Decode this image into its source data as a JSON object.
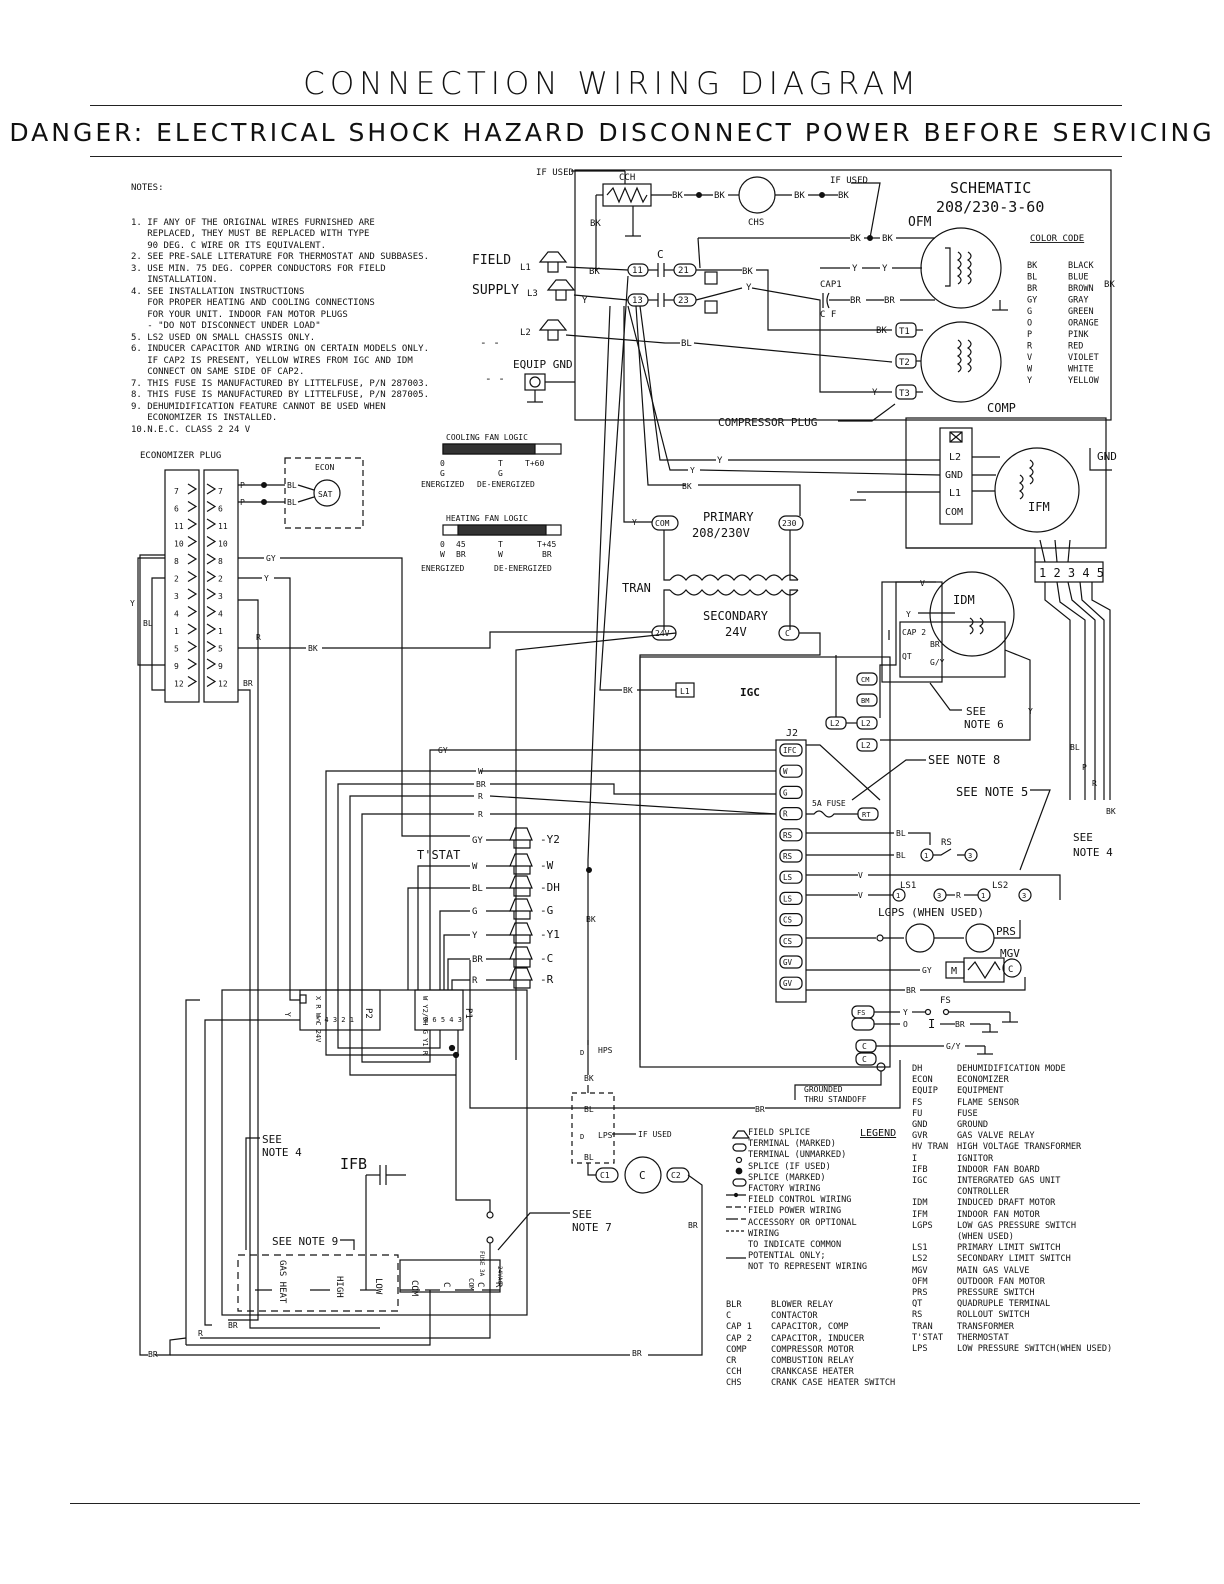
{
  "header": {
    "title": "CONNECTION WIRING DIAGRAM",
    "danger": "DANGER: ELECTRICAL SHOCK HAZARD DISCONNECT POWER BEFORE SERVICING"
  },
  "notes": {
    "heading": "NOTES:",
    "items": [
      "1. IF ANY OF THE ORIGINAL WIRES FURNISHED ARE",
      "   REPLACED, THEY MUST BE REPLACED WITH TYPE",
      "   90 DEG. C WIRE OR ITS EQUIVALENT.",
      "2. SEE PRE-SALE LITERATURE FOR THERMOSTAT AND SUBBASES.",
      "3. USE MIN. 75 DEG. COPPER CONDUCTORS FOR FIELD",
      "   INSTALLATION.",
      "4. SEE INSTALLATION INSTRUCTIONS",
      "   FOR PROPER HEATING AND COOLING CONNECTIONS",
      "   FOR YOUR UNIT. INDOOR FAN MOTOR PLUGS",
      "   - \"DO NOT DISCONNECT UNDER LOAD\"",
      "5. LS2 USED ON SMALL CHASSIS ONLY.",
      "6. INDUCER CAPACITOR AND WIRING ON CERTAIN MODELS ONLY.",
      "   IF CAP2 IS PRESENT, YELLOW WIRES FROM IGC AND IDM",
      "   CONNECT ON SAME SIDE OF CAP2.",
      "7. THIS FUSE IS MANUFACTURED BY LITTELFUSE, P/N 287003.",
      "8. THIS FUSE IS MANUFACTURED BY LITTELFUSE, P/N 287005.",
      "9. DEHUMIDIFICATION FEATURE CANNOT BE USED WHEN",
      "   ECONOMIZER IS INSTALLED.",
      "10.N.E.C. CLASS 2 24 V"
    ]
  },
  "schematic": {
    "title": "SCHEMATIC",
    "voltage": "208/230-3-60"
  },
  "color_code": {
    "heading": "COLOR CODE",
    "items": [
      [
        "BK",
        "BLACK"
      ],
      [
        "BL",
        "BLUE"
      ],
      [
        "BR",
        "BROWN"
      ],
      [
        "GY",
        "GRAY"
      ],
      [
        "G",
        "GREEN"
      ],
      [
        "O",
        "ORANGE"
      ],
      [
        "P",
        "PINK"
      ],
      [
        "R",
        "RED"
      ],
      [
        "V",
        "VIOLET"
      ],
      [
        "W",
        "WHITE"
      ],
      [
        "Y",
        "YELLOW"
      ]
    ]
  },
  "cooling_logic": {
    "title": "COOLING FAN LOGIC",
    "t0": "0",
    "t1": "T",
    "t2": "T+60",
    "sub": "G",
    "energized": "ENERGIZED",
    "deenergized": "DE-ENERGIZED"
  },
  "heating_logic": {
    "title": "HEATING FAN LOGIC",
    "t0": "0",
    "t1": "45",
    "t2": "T",
    "t3": "T+45",
    "w1": "W",
    "br1": "BR",
    "w2": "W",
    "br2": "BR",
    "energized": "ENERGIZED",
    "deenergized": "DE-ENERGIZED"
  },
  "labels": {
    "if_used_1": "IF USED",
    "if_used_2": "IF USED",
    "if_used_3": "IF USED",
    "cch": "CCH",
    "chs": "CHS",
    "ofm": "OFM",
    "comp": "COMP",
    "field": "FIELD",
    "supply": "SUPPLY",
    "l1": "L1",
    "l2": "L2",
    "l3": "L3",
    "equip_gnd": "EQUIP GND",
    "c": "C",
    "cap1": "CAP1",
    "cf": "C  F",
    "t11": "11",
    "t13": "13",
    "t21": "21",
    "t23": "23",
    "compressor_plug": "COMPRESSOR PLUG",
    "ct1": "T1",
    "ct2": "T2",
    "ct3": "T3",
    "economizer_plug": "ECONOMIZER PLUG",
    "econ": "ECON",
    "sat": "SAT",
    "primary": "PRIMARY",
    "primary_v": "208/230V",
    "secondary": "SECONDARY",
    "secondary_v": "24V",
    "tran": "TRAN",
    "com": "COM",
    "v230": "230",
    "v24": "24V",
    "ifm": "IFM",
    "gnd": "GND",
    "ifm_l2": "L2",
    "ifm_gnd": "GND",
    "ifm_l1": "L1",
    "ifm_com": "COM",
    "speed_taps": "1 2 3 4 5",
    "idm": "IDM",
    "cap2": "CAP 2",
    "qt": "QT",
    "see_note_6": "SEE\nNOTE 6",
    "see_note_8": "SEE NOTE 8",
    "see_note_5": "SEE NOTE 5",
    "see_note_4a": "SEE\nNOTE 4",
    "see_note_4b": "SEE\nNOTE 4",
    "see_note_9": "SEE NOTE 9",
    "see_note_7": "SEE\nNOTE 7",
    "igc": "IGC",
    "j2": "J2",
    "fuse_5a": "5A FUSE",
    "tstat": "T'STAT",
    "rs": "RS",
    "ls1": "LS1",
    "ls2": "LS2",
    "lgps": "LGPS (WHEN USED)",
    "prs": "PRS",
    "mgv": "MGV",
    "fs": "FS",
    "grounded": "GROUNDED\nTHRU STANDOFF",
    "hps": "HPS",
    "lps": "LPS",
    "c1": "C1",
    "c2": "C2",
    "contactor": "C",
    "ifb": "IFB",
    "gas_heat": "GAS HEAT",
    "high": "HIGH",
    "low": "LOW",
    "com2": "COM",
    "cc": "C",
    "r": "R",
    "p1": "P1",
    "p2": "P2",
    "y2": "-Y2",
    "w": "-W",
    "dh": "-DH",
    "g": "-G",
    "y1": "-Y1",
    "cc2": "-C",
    "rr": "-R"
  },
  "legend_left": {
    "heading": "LEGEND",
    "items": [
      "FIELD SPLICE",
      "TERMINAL (MARKED)",
      "TERMINAL (UNMARKED)",
      "SPLICE (IF USED)",
      "SPLICE (MARKED)",
      "FACTORY WIRING",
      "FIELD CONTROL WIRING",
      "FIELD POWER WIRING",
      "ACCESSORY OR OPTIONAL",
      "WIRING",
      "TO INDICATE COMMON",
      "POTENTIAL ONLY;",
      "NOT TO REPRESENT WIRING"
    ]
  },
  "legend_abbr_bottom": [
    [
      "BLR",
      "BLOWER RELAY"
    ],
    [
      "C",
      "CONTACTOR"
    ],
    [
      "CAP 1",
      "CAPACITOR, COMP"
    ],
    [
      "CAP 2",
      "CAPACITOR, INDUCER"
    ],
    [
      "COMP",
      "COMPRESSOR MOTOR"
    ],
    [
      "CR",
      "COMBUSTION RELAY"
    ],
    [
      "CCH",
      "CRANKCASE HEATER"
    ],
    [
      "CHS",
      "CRANK CASE HEATER SWITCH"
    ]
  ],
  "legend_abbr_right": [
    [
      "DH",
      "DEHUMIDIFICATION MODE"
    ],
    [
      "ECON",
      "ECONOMIZER"
    ],
    [
      "EQUIP",
      "EQUIPMENT"
    ],
    [
      "FS",
      "FLAME SENSOR"
    ],
    [
      "FU",
      "FUSE"
    ],
    [
      "GND",
      "GROUND"
    ],
    [
      "GVR",
      "GAS VALVE RELAY"
    ],
    [
      "HV TRAN",
      "HIGH VOLTAGE TRANSFORMER"
    ],
    [
      "I",
      "IGNITOR"
    ],
    [
      "IFB",
      "INDOOR FAN BOARD"
    ],
    [
      "IGC",
      "INTERGRATED GAS UNIT"
    ],
    [
      "",
      "CONTROLLER"
    ],
    [
      "IDM",
      "INDUCED DRAFT MOTOR"
    ],
    [
      "IFM",
      "INDOOR FAN MOTOR"
    ],
    [
      "LGPS",
      "LOW GAS PRESSURE SWITCH"
    ],
    [
      "",
      "(WHEN USED)"
    ],
    [
      "LS1",
      "PRIMARY LIMIT SWITCH"
    ],
    [
      "LS2",
      "SECONDARY LIMIT SWITCH"
    ],
    [
      "MGV",
      "MAIN GAS VALVE"
    ],
    [
      "OFM",
      "OUTDOOR FAN MOTOR"
    ],
    [
      "PRS",
      "PRESSURE SWITCH"
    ],
    [
      "QT",
      "QUADRUPLE TERMINAL"
    ],
    [
      "RS",
      "ROLLOUT SWITCH"
    ],
    [
      "TRAN",
      "TRANSFORMER"
    ],
    [
      "T'STAT",
      "THERMOSTAT"
    ],
    [
      "LPS",
      "LOW PRESSURE SWITCH(WHEN USED)"
    ]
  ],
  "econ_plug_pins": [
    "7",
    "6",
    "11",
    "10",
    "8",
    "2",
    "3",
    "4",
    "1",
    "5",
    "9",
    "12"
  ],
  "j2_terminals": [
    "IFC",
    "W",
    "G",
    "R",
    "RS",
    "RS",
    "LS",
    "LS",
    "CS",
    "CS",
    "GV",
    "GV"
  ],
  "wire_tags": {
    "bk": "BK",
    "bl": "BL",
    "br": "BR",
    "gy": "GY",
    "y": "Y",
    "w": "W",
    "r": "R",
    "g": "G",
    "v": "V",
    "p": "P",
    "gy_y": "G/Y"
  }
}
